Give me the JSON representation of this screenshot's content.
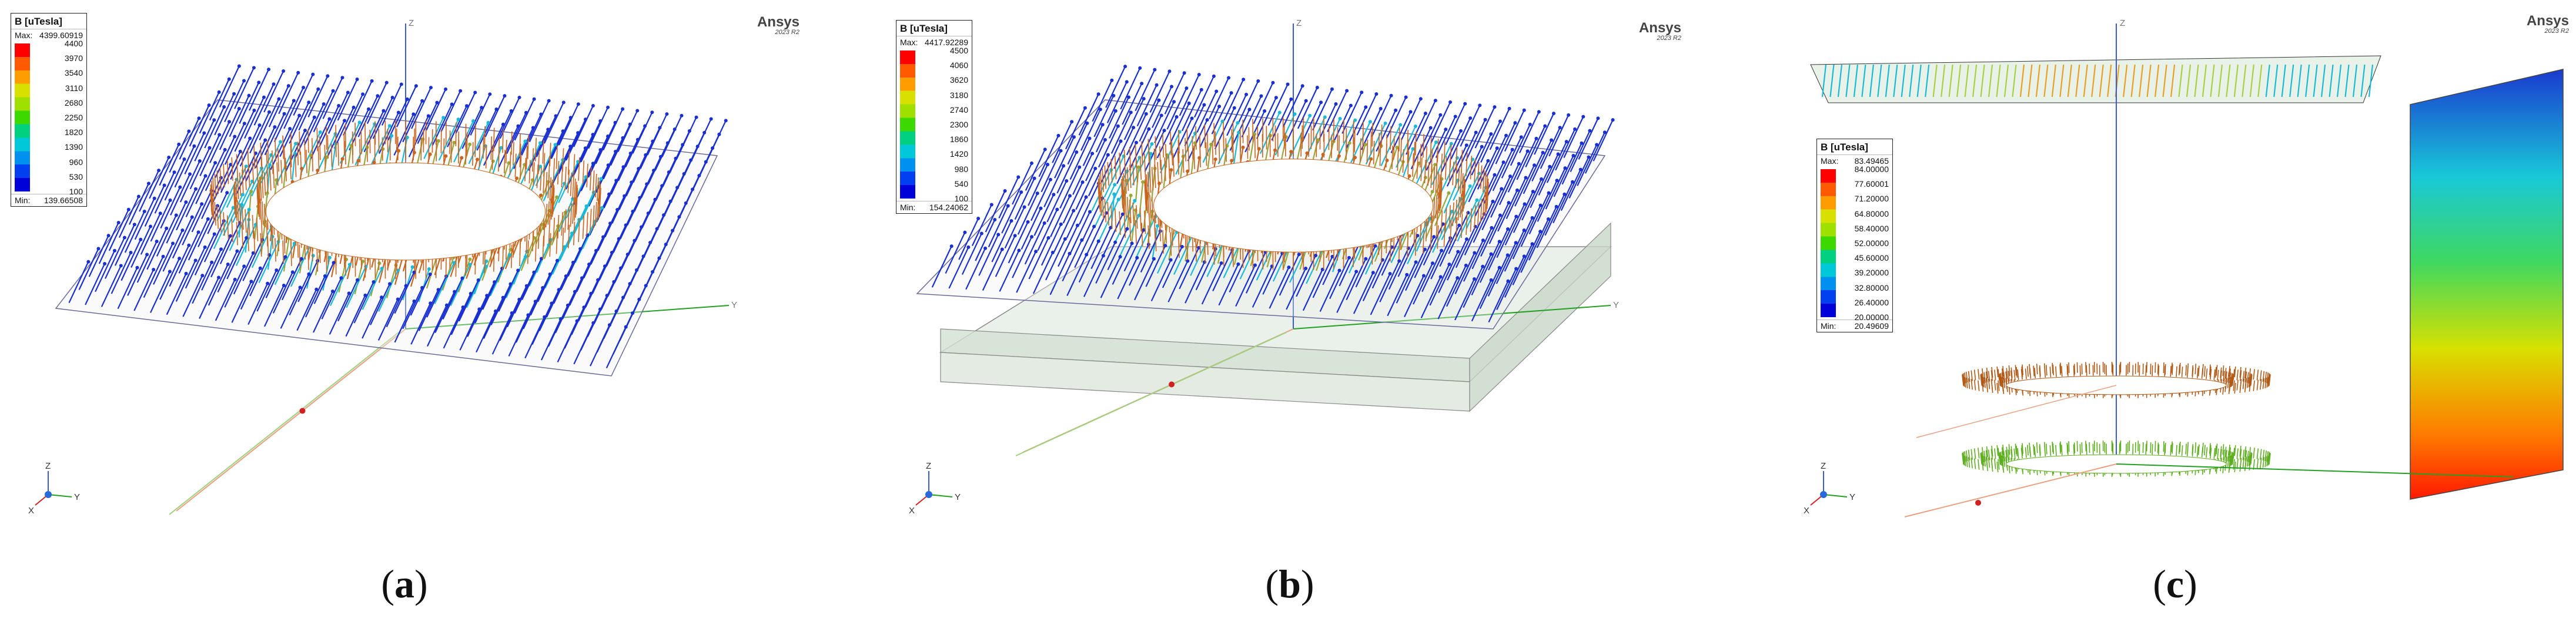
{
  "brand": {
    "name": "Ansys",
    "release": "2023 R2"
  },
  "colors": {
    "arrowBlue": "#1a2fd0",
    "arrowCyan": "#19b9d8",
    "arrowOrange": "#d2691e",
    "arrowRed": "#e02020",
    "axisX": "#22a022",
    "axisY": "#22a022",
    "axisZ": "#3a5ad8"
  },
  "panels": [
    {
      "caption": "a",
      "legend": {
        "title": "B [uTesla]",
        "max_label": "Max:",
        "max_value": "4399.60919",
        "min_label": "Min:",
        "min_value": "139.66508",
        "ticks": [
          "4400",
          "3970",
          "3540",
          "3110",
          "2680",
          "2250",
          "1820",
          "1390",
          "960",
          "530",
          "100"
        ]
      }
    },
    {
      "caption": "b",
      "legend": {
        "title": "B [uTesla]",
        "max_label": "Max:",
        "max_value": "4417.92289",
        "min_label": "Min:",
        "min_value": "154.24062",
        "ticks": [
          "4500",
          "4060",
          "3620",
          "3180",
          "2740",
          "2300",
          "1860",
          "1420",
          "980",
          "540",
          "100"
        ]
      }
    },
    {
      "caption": "c",
      "legend": {
        "title": "B [uTesla]",
        "max_label": "Max:",
        "max_value": "83.49465",
        "min_label": "Min:",
        "min_value": "20.49609",
        "ticks": [
          "84.00000",
          "77.60001",
          "71.20000",
          "64.80000",
          "58.40000",
          "52.00000",
          "45.60000",
          "39.20000",
          "32.80000",
          "26.40000",
          "20.00000"
        ]
      }
    }
  ],
  "axes": {
    "x": "X",
    "y": "Y",
    "z": "Z"
  }
}
